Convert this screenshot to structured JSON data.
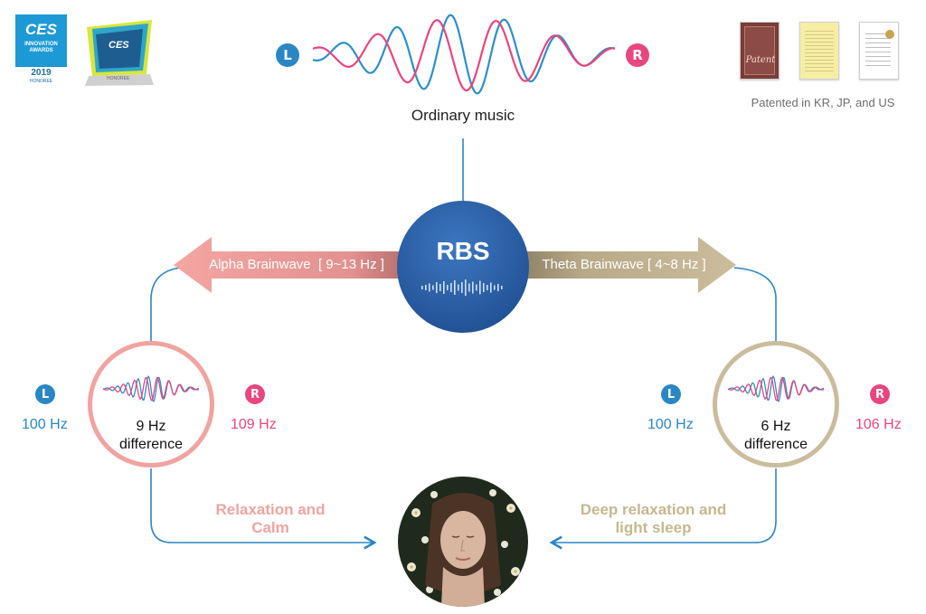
{
  "ces_award": {
    "brand": "CES",
    "line1": "INNOVATION",
    "line2": "AWARDS",
    "year": "2019",
    "sub": "HONOREE"
  },
  "ces_trophy": {
    "brand": "CES",
    "sub": "HONOREE"
  },
  "top": {
    "left_label": "L",
    "right_label": "R",
    "caption": "Ordinary music"
  },
  "patents": {
    "caption": "Patented in KR, JP, and US",
    "cert1_text": "Patent"
  },
  "center": {
    "title": "RBS"
  },
  "alpha": {
    "label": "Alpha Brainwave  [ 9~13 Hz ]",
    "effect_line1": "Relaxation and",
    "effect_line2": "Calm"
  },
  "theta": {
    "label": "Theta Brainwave [ 4~8 Hz ]",
    "effect_line1": "Deep relaxation and",
    "effect_line2": "light sleep"
  },
  "left_panel": {
    "l_label": "L",
    "r_label": "R",
    "l_freq": "100 Hz",
    "r_freq": "109 Hz",
    "diff_line1": "9 Hz",
    "diff_line2": "difference"
  },
  "right_panel": {
    "l_label": "L",
    "r_label": "R",
    "l_freq": "100 Hz",
    "r_freq": "106 Hz",
    "diff_line1": "6 Hz",
    "diff_line2": "difference"
  },
  "colors": {
    "blue": "#2b86c4",
    "pink": "#e8467c",
    "alpha": "#ee9b9a",
    "theta": "#c8b99a",
    "center": "#2a5ea8",
    "pink_ring": "#f0a3a0",
    "tan_ring": "#c9bd9d"
  }
}
